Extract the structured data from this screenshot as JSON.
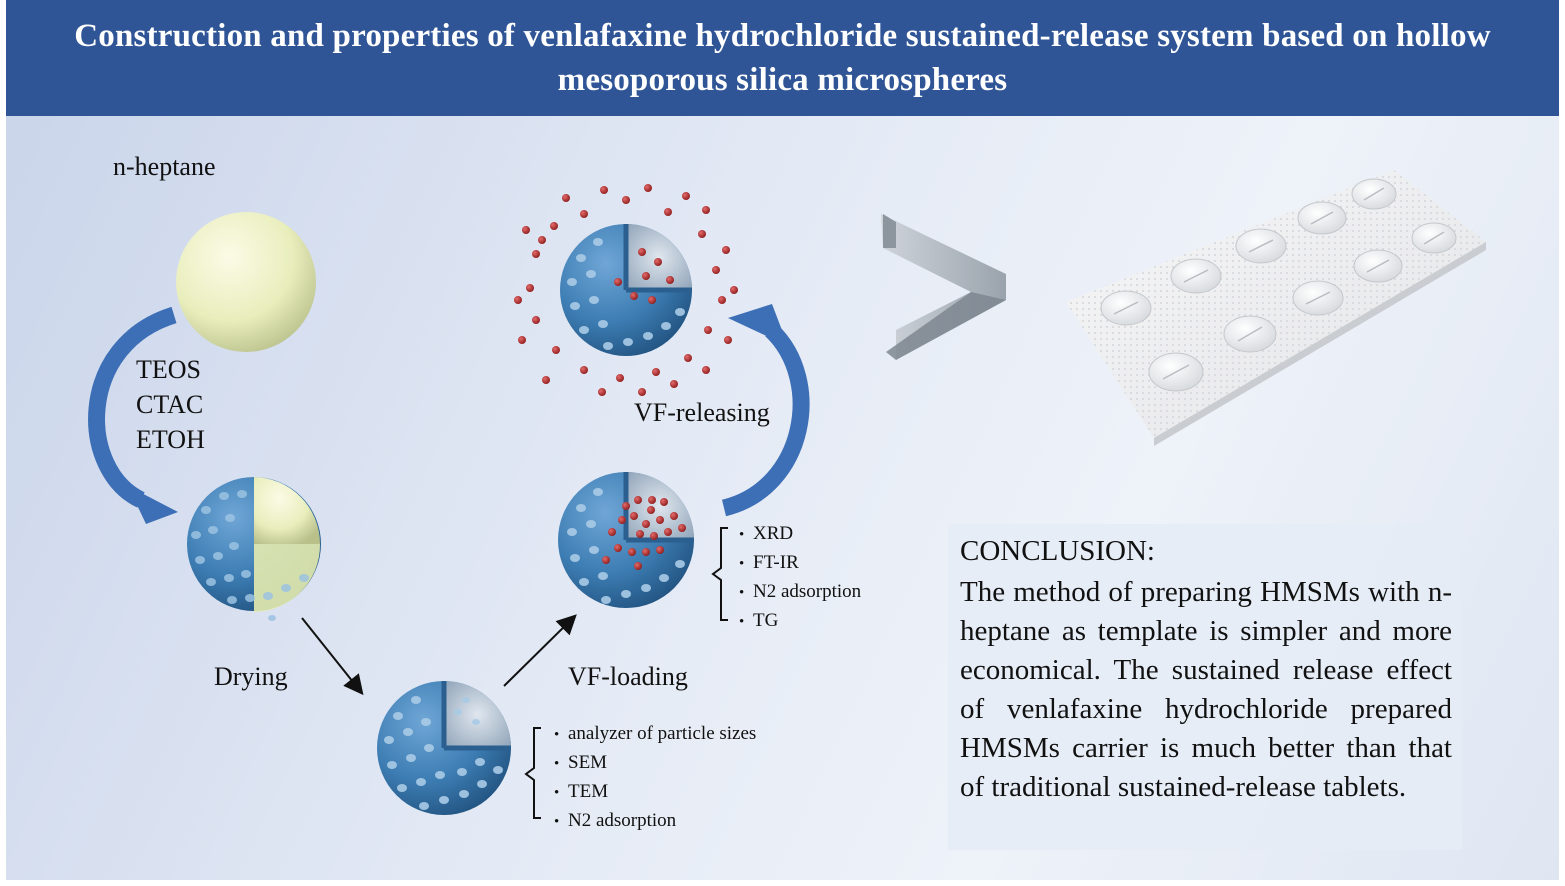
{
  "title": "Construction and properties of venlafaxine hydrochloride sustained-release system based on hollow mesoporous silica microspheres",
  "labels": {
    "template": "n-heptane",
    "reagents": [
      "TEOS",
      "CTAC",
      "ETOH"
    ],
    "drying": "Drying",
    "loading": "VF-loading",
    "releasing": "VF-releasing"
  },
  "characterization_hmsm": [
    "analyzer  of particle sizes",
    "SEM",
    "TEM",
    "N2 adsorption"
  ],
  "characterization_loaded": [
    "XRD",
    "FT-IR",
    "N2 adsorption",
    "TG"
  ],
  "conclusion": {
    "heading": "CONCLUSION:",
    "text": "The method of preparing HMSMs with n-heptane as template is simpler and more economical. The sustained release effect of venlafaxine hydrochloride prepared HMSMs carrier is much better than that of traditional sustained-release tablets."
  },
  "comparison_symbol": ">",
  "colors": {
    "title_bar": "#2f5597",
    "sphere_blue": "#3d7db3",
    "template_core": "#eef2c4",
    "drug_particle": "#b52a2a",
    "arrow_blue": "#3d6fb6"
  },
  "icons": {
    "template": "sphere",
    "hmsm": "porous-shell-sphere",
    "tablets": "tablet-blister-pack"
  }
}
